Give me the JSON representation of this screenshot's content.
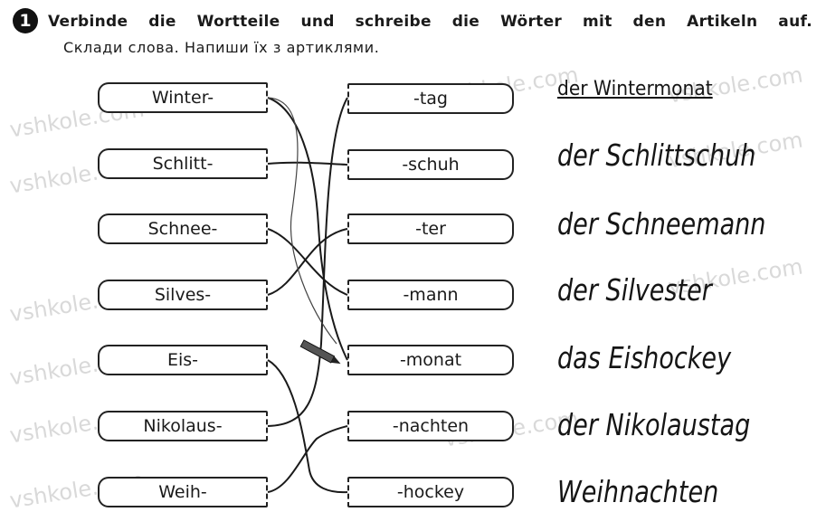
{
  "task": {
    "number": "1",
    "instruction_de_words": [
      "Verbinde",
      "die",
      "Wortteile",
      "und",
      "schreibe",
      "die",
      "Wörter",
      "mit",
      "den",
      "Artikeln",
      "auf."
    ],
    "instruction_uk": "Склади слова. Напиши їх з артиклями."
  },
  "left_parts": [
    "Winter-",
    "Schlitt-",
    "Schnee-",
    "Silves-",
    "Eis-",
    "Nikolaus-",
    "Weih-"
  ],
  "right_parts": [
    "-tag",
    "-schuh",
    "-ter",
    "-mann",
    "-monat",
    "-nachten",
    "-hockey"
  ],
  "answers": [
    "der Wintermonat",
    "der Schlittschuh",
    "der Schneemann",
    "der Silvester",
    "das Eishockey",
    "der Nikolaustag",
    "Weihnachten"
  ],
  "connections": [
    [
      0,
      4
    ],
    [
      1,
      1
    ],
    [
      2,
      3
    ],
    [
      3,
      2
    ],
    [
      4,
      6
    ],
    [
      5,
      0
    ],
    [
      6,
      5
    ]
  ],
  "watermark": "vshkole.com"
}
